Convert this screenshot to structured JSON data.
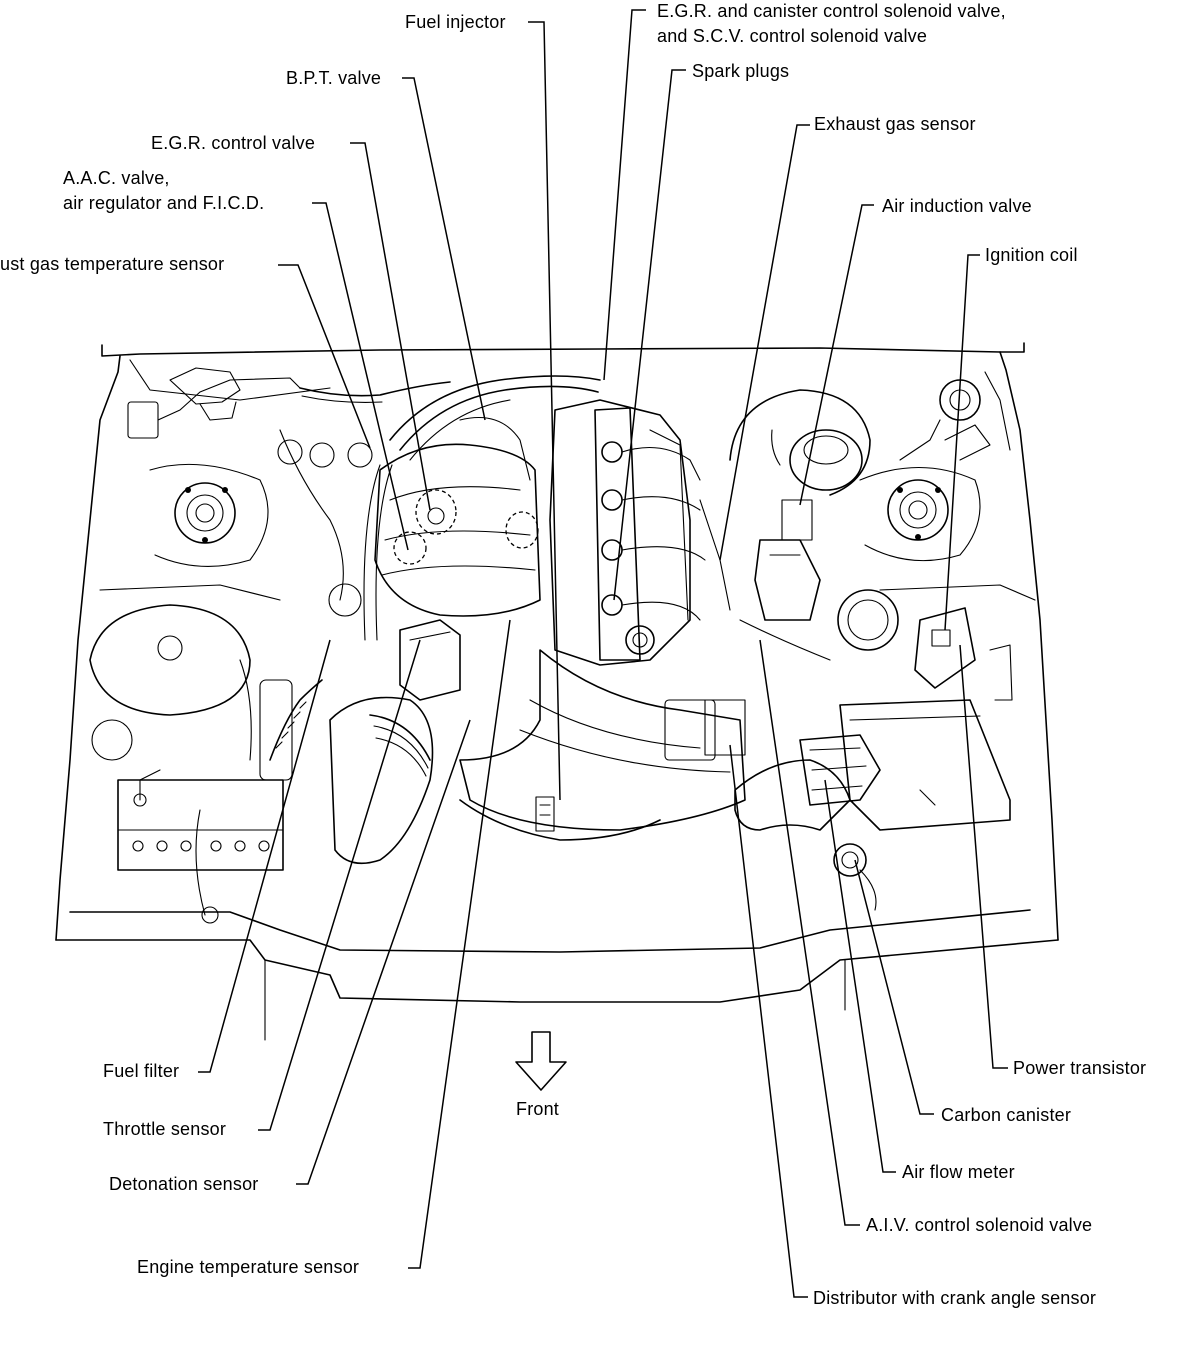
{
  "labels": {
    "fuel_injector": "Fuel injector",
    "egr_canister_solenoid_line1": "E.G.R. and canister control solenoid valve,",
    "egr_canister_solenoid_line2": "and S.C.V. control solenoid valve",
    "bpt_valve": "B.P.T. valve",
    "spark_plugs": "Spark plugs",
    "exhaust_gas_sensor": "Exhaust gas sensor",
    "egr_control_valve": "E.G.R. control valve",
    "aac_valve_line1": "A.A.C. valve,",
    "aac_valve_line2": "air regulator and F.I.C.D.",
    "air_induction_valve": "Air induction valve",
    "ignition_coil": "Ignition coil",
    "exhaust_gas_temp_sensor": "ust gas temperature sensor",
    "fuel_filter": "Fuel filter",
    "throttle_sensor": "Throttle sensor",
    "detonation_sensor": "Detonation sensor",
    "engine_temp_sensor": "Engine temperature sensor",
    "front": "Front",
    "power_transistor": "Power transistor",
    "carbon_canister": "Carbon canister",
    "air_flow_meter": "Air flow meter",
    "aiv_control_solenoid": "A.I.V. control solenoid valve",
    "distributor": "Distributor with crank angle sensor"
  }
}
